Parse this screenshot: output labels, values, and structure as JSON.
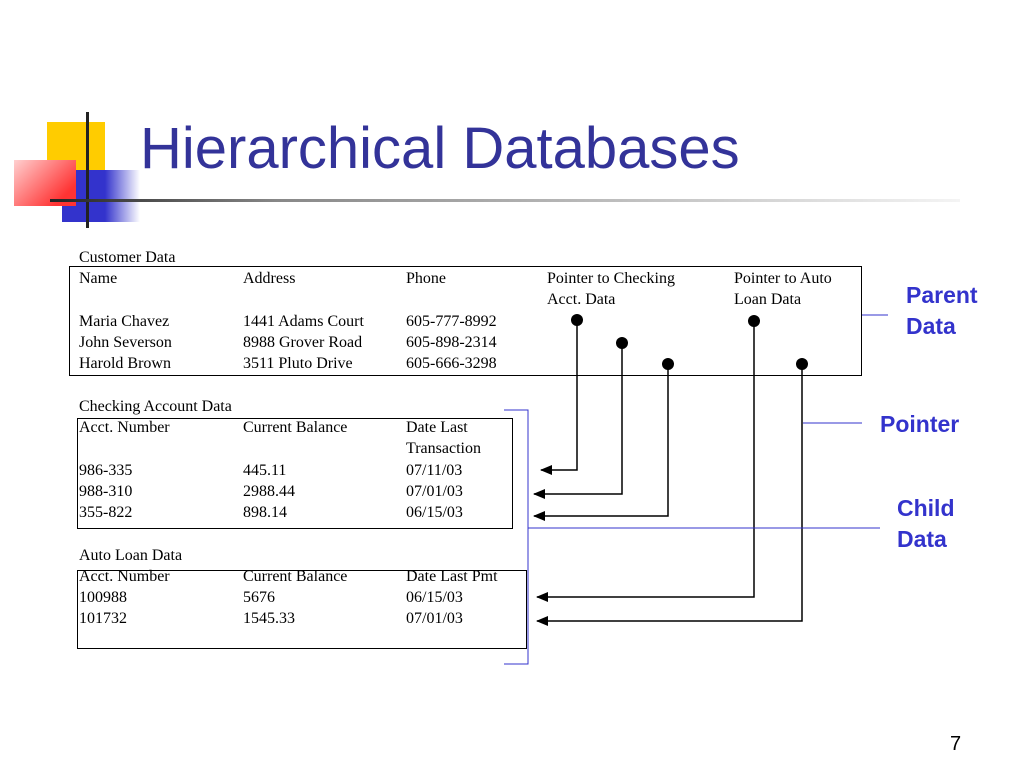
{
  "title": "Hierarchical Databases",
  "page_number": "7",
  "colors": {
    "title": "#333399",
    "label": "#3333cc",
    "bracket": "#3333cc",
    "deco_yellow": "#ffcc00",
    "deco_red": "#ff3333",
    "deco_blue": "#3333cc"
  },
  "customer": {
    "caption": "Customer Data",
    "headers": [
      "Name",
      "Address",
      "Phone",
      "Pointer to Checking",
      "Pointer to Auto"
    ],
    "headers_line2": [
      "Acct. Data",
      "Loan Data"
    ],
    "rows": [
      [
        "Maria Chavez",
        "1441 Adams Court",
        "605-777-8992"
      ],
      [
        "John Severson",
        "8988 Grover Road",
        "605-898-2314"
      ],
      [
        "Harold Brown",
        "3511 Pluto Drive",
        "605-666-3298"
      ]
    ]
  },
  "checking": {
    "caption": "Checking Account Data",
    "headers": [
      "Acct. Number",
      "Current Balance",
      "Date Last"
    ],
    "headers_line2": [
      "Transaction"
    ],
    "rows": [
      [
        "986-335",
        "445.11",
        "07/11/03"
      ],
      [
        "988-310",
        "2988.44",
        "07/01/03"
      ],
      [
        "355-822",
        "898.14",
        "06/15/03"
      ]
    ]
  },
  "auto_loan": {
    "caption": "Auto Loan Data",
    "headers": [
      "Acct. Number",
      "Current Balance",
      "Date Last Pmt"
    ],
    "rows": [
      [
        "100988",
        "5676",
        "06/15/03"
      ],
      [
        "101732",
        "1545.33",
        "07/01/03"
      ]
    ]
  },
  "labels": {
    "parent": [
      "Parent",
      "Data"
    ],
    "pointer": "Pointer",
    "child": [
      "Child",
      "Data"
    ]
  }
}
